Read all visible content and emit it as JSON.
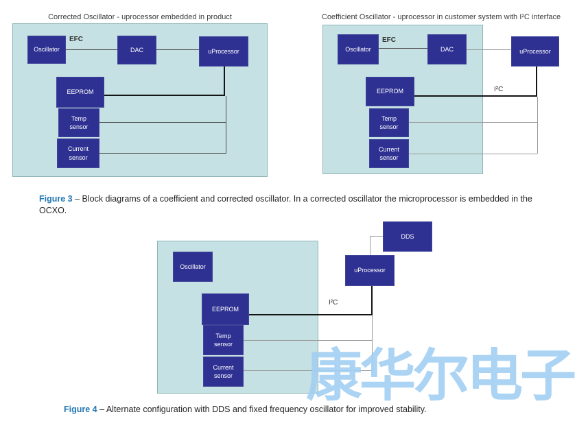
{
  "diagram1": {
    "title": "Corrected Oscillator - uprocessor embedded in product",
    "efc_label": "EFC",
    "blocks": {
      "oscillator": "Oscillator",
      "dac": "DAC",
      "uprocessor": "uProcessor",
      "eeprom": "EEPROM",
      "temp_sensor": "Temp\nsensor",
      "current_sensor": "Current\nsensor"
    }
  },
  "diagram2": {
    "title": "Coefficient Oscillator - uprocessor in customer system with I²C interface",
    "efc_label": "EFC",
    "i2c_label": "I²C",
    "blocks": {
      "oscillator": "Oscillator",
      "dac": "DAC",
      "uprocessor": "uProcessor",
      "eeprom": "EEPROM",
      "temp_sensor": "Temp\nsensor",
      "current_sensor": "Current\nsensor"
    }
  },
  "diagram3": {
    "i2c_label": "I²C",
    "blocks": {
      "oscillator": "Oscillator",
      "dds": "DDS",
      "uprocessor": "uProcessor",
      "eeprom": "EEPROM",
      "temp_sensor": "Temp\nsensor",
      "current_sensor": "Current\nsensor"
    }
  },
  "captions": {
    "figure3_label": "Figure 3",
    "figure3_text": " – Block diagrams of a coefficient and corrected oscillator.  In a corrected oscillator the microprocessor is embedded in the OCXO.",
    "figure4_label": "Figure 4",
    "figure4_text": " – Alternate configuration with DDS and fixed frequency oscillator for improved stability."
  },
  "watermark": {
    "text": "康华尔电子"
  },
  "colors": {
    "block_fill": "#2e3192",
    "block_text": "#ffffff",
    "panel_fill": "#c5e1e3",
    "caption_accent": "#2478b5",
    "watermark_blue": "#a3cff2"
  }
}
